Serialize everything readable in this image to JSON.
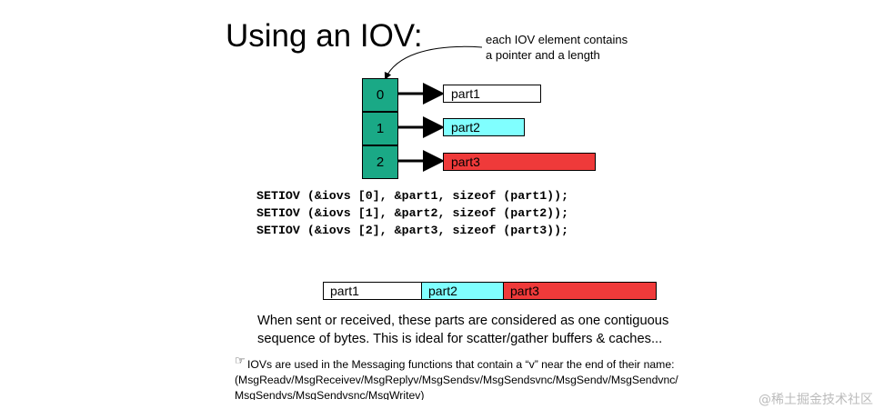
{
  "title": "Using an IOV:",
  "annotation": [
    "each IOV element contains",
    "a pointer and a length"
  ],
  "iov_elements": [
    {
      "index": "0",
      "part": "part1",
      "part_color": "#ffffff"
    },
    {
      "index": "1",
      "part": "part2",
      "part_color": "#80ffff"
    },
    {
      "index": "2",
      "part": "part3",
      "part_color": "#ef3a3a"
    }
  ],
  "index_color": "#1aa986",
  "code_lines": [
    "SETIOV (&iovs [0], &part1, sizeof (part1));",
    "SETIOV (&iovs [1], &part2, sizeof (part2));",
    "SETIOV (&iovs [2], &part3, sizeof (part3));"
  ],
  "contiguous": [
    "part1",
    "part2",
    "part3"
  ],
  "description": [
    "When sent or received, these parts are considered as one contiguous",
    "sequence of bytes.  This is ideal for scatter/gather buffers & caches..."
  ],
  "footnote": [
    "IOVs are used in the  Messaging functions that contain a “v” near the end of their name:",
    "(MsgReadv/MsgReceivev/MsgReplyv/MsgSendsv/MsgSendsvnc/MsgSendv/MsgSendvnc/",
    "MsgSendvs/MsgSendvsnc/MsgWritev)"
  ],
  "footnote_icon": "pointing-hand-icon",
  "watermark": "@稀土掘金技术社区"
}
